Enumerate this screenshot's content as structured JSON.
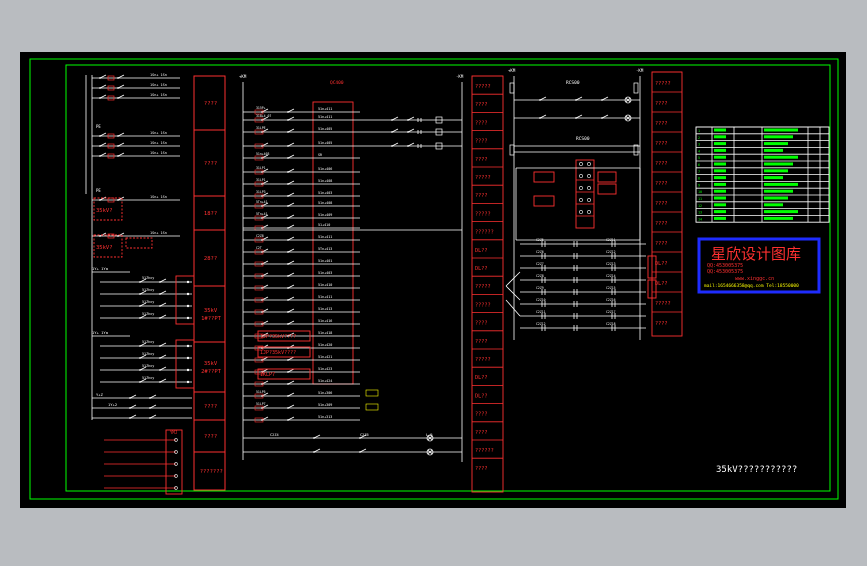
{
  "colors": {
    "page": "#b9bcc0",
    "canvas": "#000000",
    "frame": "#00ff00",
    "wire": "#ffffff",
    "device": "#ff3030",
    "label": "#ffffff",
    "accent": "#ffff00",
    "stamp_border": "#1e2cff",
    "stamp_text": "#ff3030"
  },
  "stamp": {
    "title": "星欣设计图库",
    "line1": "QQ:453005375",
    "line2": "QQ:453005375",
    "line3": "www.xinggc.cn",
    "line4": "mail:1654666358@qq.com  Tel:18550000"
  },
  "caption": "35kV???????????",
  "left_panel": {
    "boxes": [
      "????",
      "????",
      "18??",
      "28??",
      "35kV\n1#??PT",
      "35kV\n2#??PT",
      "????",
      "????",
      "???????"
    ],
    "labels": [
      "PE",
      "PE",
      "35kV?",
      "35kV?",
      "1Y+ 1Ya",
      "1Y+ 1Ya",
      "Y+Z",
      "1Y+2",
      "YMJ"
    ],
    "dashed": [
      "35kV?",
      "35kV?"
    ]
  },
  "mid_panel": {
    "bus_top": "+KM",
    "bus_top_right": "-KM",
    "top_ref": "QC400",
    "terminal_boxes": [
      "1JP?35kV????",
      "1JP?35kV????",
      "1KLP7"
    ],
    "right_column": [
      "?????",
      "????",
      "????",
      "????",
      "????",
      "?????",
      "????",
      "?????",
      "??????",
      "DL??",
      "DL??",
      "?????",
      "?????",
      "????",
      "????",
      "?????",
      "DL??",
      "DL??",
      "????",
      "????",
      "??????",
      "????"
    ]
  },
  "right_panel": {
    "top_ref": "RCS00",
    "mid_ref": "RCS00",
    "bus_left": "+KM",
    "bus_right": "-KM",
    "right_column": [
      "?????",
      "????",
      "????",
      "????",
      "????",
      "????",
      "????",
      "????",
      "????",
      "DL??",
      "DL??",
      "?????",
      "????"
    ]
  },
  "table": {
    "rows": [
      "1",
      "2",
      "3",
      "4",
      "5",
      "6",
      "7",
      "8",
      "9",
      "10",
      "11",
      "12",
      "13",
      "14"
    ]
  }
}
